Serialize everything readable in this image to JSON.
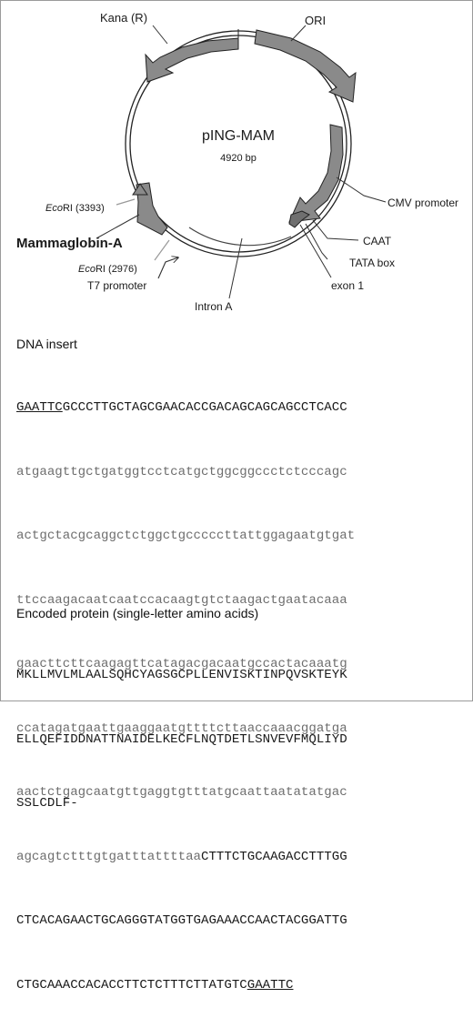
{
  "plasmid": {
    "name": "pING-MAM",
    "size": "4920 bp",
    "features": {
      "kana": "Kana (R)",
      "ori": "ORI",
      "cmv": "CMV promoter",
      "caat": "CAAT",
      "tata": "TATA box",
      "exon1": "exon 1",
      "intron": "Intron A",
      "t7": "T7 promoter",
      "mam": "Mammaglobin-A",
      "ecori_a_italic": "Eco",
      "ecori_a_rest": "RI (3393)",
      "ecori_b_italic": "Eco",
      "ecori_b_rest": "RI (2976)"
    }
  },
  "dna": {
    "title": "DNA insert",
    "lines": [
      {
        "a": "GAATTC",
        "b": "GCCCTTGCTAGCGAACACCGACAGCAGCAGCCTCACC"
      },
      {
        "a": "atgaagttgctgatggtcctcatgctggcggccctctcccagc"
      },
      {
        "a": "actgctacgcaggctctggctgcccccttattggagaatgtgat"
      },
      {
        "a": "ttccaagacaatcaatccacaagtgtctaagactgaatacaaa"
      },
      {
        "a": "gaacttcttcaagagttcatagacgacaatgccactacaaatg"
      },
      {
        "a": "ccatagatgaattgaaggaatgttttcttaaccaaacggatga"
      },
      {
        "a": "aactctgagcaatgttgaggtgtttatgcaattaatatatgac"
      },
      {
        "a": "agcagtctttgtgatttattttaa",
        "b": "CTTTCTGCAAGACCTTTGG"
      },
      {
        "a": "CTCACAGAACTGCAGGGTATGGTGAGAAACCAACTACGGATTG"
      },
      {
        "a": "CTGCAAACCACACCTTCTCTTTCTTATGTC",
        "b": "GAATTC"
      }
    ]
  },
  "protein": {
    "title": "Encoded protein (single-letter amino acids)",
    "lines": [
      "MKLLMVLMLAALSQHCYAGSGCPLLENVISKTINPQVSKTEYK",
      "ELLQEFIDDNATTNAIDELKECFLNQTDETLSNVEVFMQLIYD",
      "SSLCDLF-"
    ]
  }
}
